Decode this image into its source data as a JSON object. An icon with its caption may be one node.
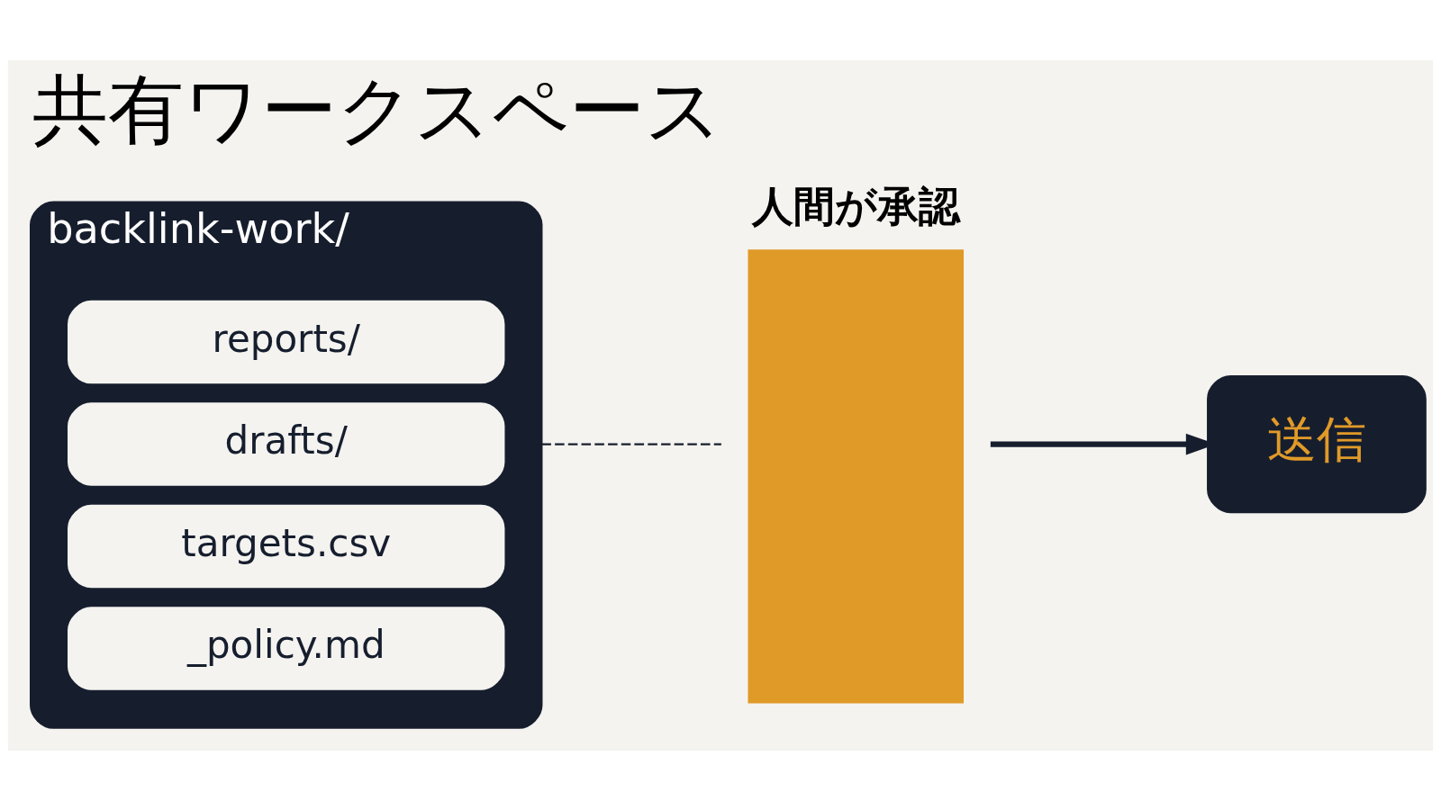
{
  "diagram": {
    "title": "共有ワークスペース",
    "nodes": [
      {
        "text": [
          "backlink-work/"
        ]
      },
      {
        "text": [
          "_policy.md"
        ],
        "in": 0
      },
      {
        "text": [
          "targets.csv"
        ],
        "in": 0
      },
      {
        "text": [
          "drafts/"
        ],
        "in": 0
      },
      {
        "text": [
          "reports/"
        ],
        "in": 0
      },
      {
        "text": [
          "人間が承認"
        ]
      },
      {
        "text": [
          "送信"
        ]
      }
    ],
    "edges": [
      {
        "from": 0,
        "to": 5,
        "arrow": "none",
        "style": "dashed"
      },
      {
        "from": 5,
        "to": 6,
        "arrow": "to",
        "style": "thick"
      }
    ]
  }
}
